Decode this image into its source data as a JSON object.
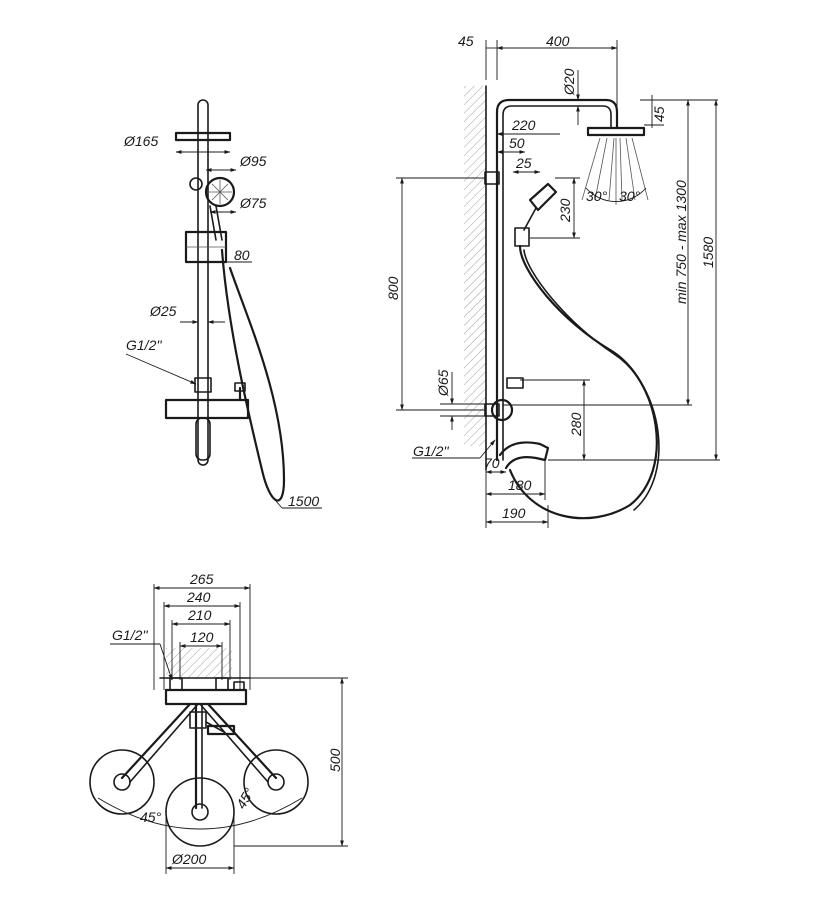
{
  "dims": {
    "a1": "Ø165",
    "a2": "Ø95",
    "a3": "Ø75",
    "a4": "80",
    "a5": "Ø25",
    "a6": "G1/2''",
    "a7": "1500",
    "b1": "45",
    "b2": "400",
    "b3": "Ø20",
    "b4": "220",
    "b5": "45",
    "b6": "50",
    "b7": "25",
    "b8": "230",
    "b9": "30°",
    "b10": "30°",
    "b11": "min 750 - max 1300",
    "b12": "1580",
    "b13": "800",
    "b14": "Ø65",
    "b15": "280",
    "b16": "G1/2''",
    "b17": "70",
    "b18": "180",
    "b19": "190",
    "c1": "265",
    "c2": "240",
    "c3": "210",
    "c4": "120",
    "c5": "G1/2''",
    "c6": "500",
    "c7": "45°",
    "c8": "45°",
    "c9": "Ø200"
  }
}
